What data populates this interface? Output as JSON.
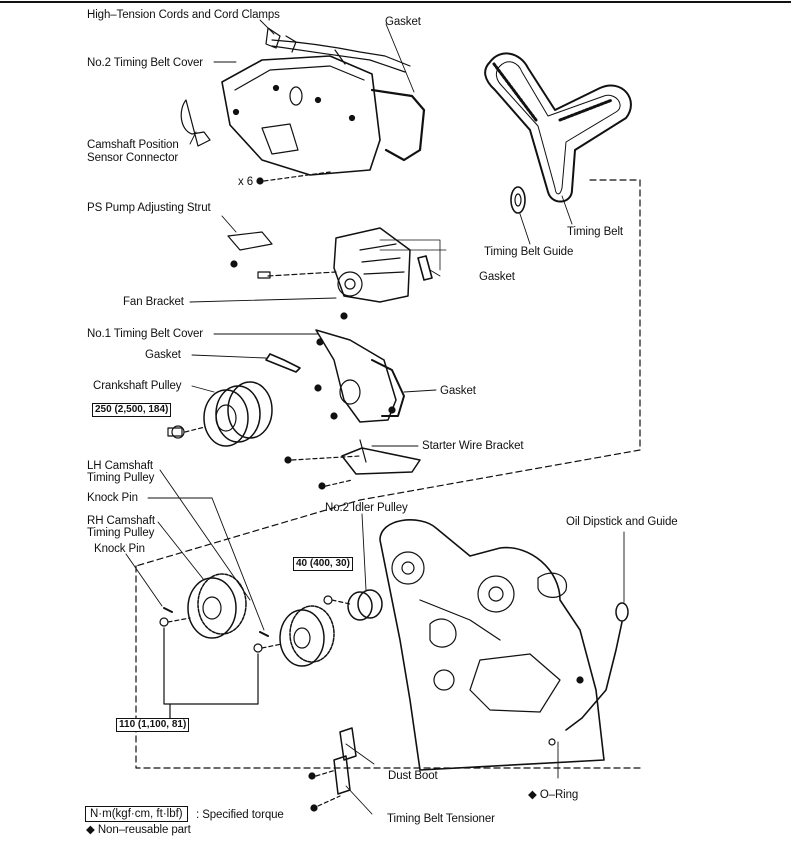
{
  "labels": {
    "high_tension_cords": "High–Tension Cords and Cord Clamps",
    "gasket_top": "Gasket",
    "no2_timing_belt_cover": "No.2 Timing Belt Cover",
    "camshaft_sensor_1": "Camshaft Position",
    "camshaft_sensor_2": "Sensor Connector",
    "bolt_count": "x 6",
    "ps_pump_strut": "PS Pump Adjusting Strut",
    "timing_belt": "Timing Belt",
    "timing_belt_guide": "Timing Belt Guide",
    "gasket_fan": "Gasket",
    "fan_bracket": "Fan Bracket",
    "no1_timing_belt_cover": "No.1 Timing Belt Cover",
    "gasket_left": "Gasket",
    "crankshaft_pulley": "Crankshaft Pulley",
    "gasket_right": "Gasket",
    "starter_wire_bracket": "Starter Wire Bracket",
    "lh_camshaft_1": "LH Camshaft",
    "lh_camshaft_2": "Timing Pulley",
    "knock_pin_1": "Knock Pin",
    "no2_idler_pulley": "No.2 Idler Pulley",
    "oil_dipstick": "Oil Dipstick and Guide",
    "rh_camshaft_1": "RH Camshaft",
    "rh_camshaft_2": "Timing Pulley",
    "knock_pin_2": "Knock Pin",
    "dust_boot": "Dust Boot",
    "o_ring": "◆ O–Ring",
    "timing_belt_tensioner": "Timing Belt Tensioner"
  },
  "torques": {
    "crankshaft": "250 (2,500, 184)",
    "idler": "40 (400, 30)",
    "camshaft": "110 (1,100, 81)"
  },
  "legend": {
    "unit_box": "N·m(kgf·cm, ft·lbf)",
    "unit_desc": ": Specified torque",
    "non_reusable": "◆ Non–reusable part"
  }
}
